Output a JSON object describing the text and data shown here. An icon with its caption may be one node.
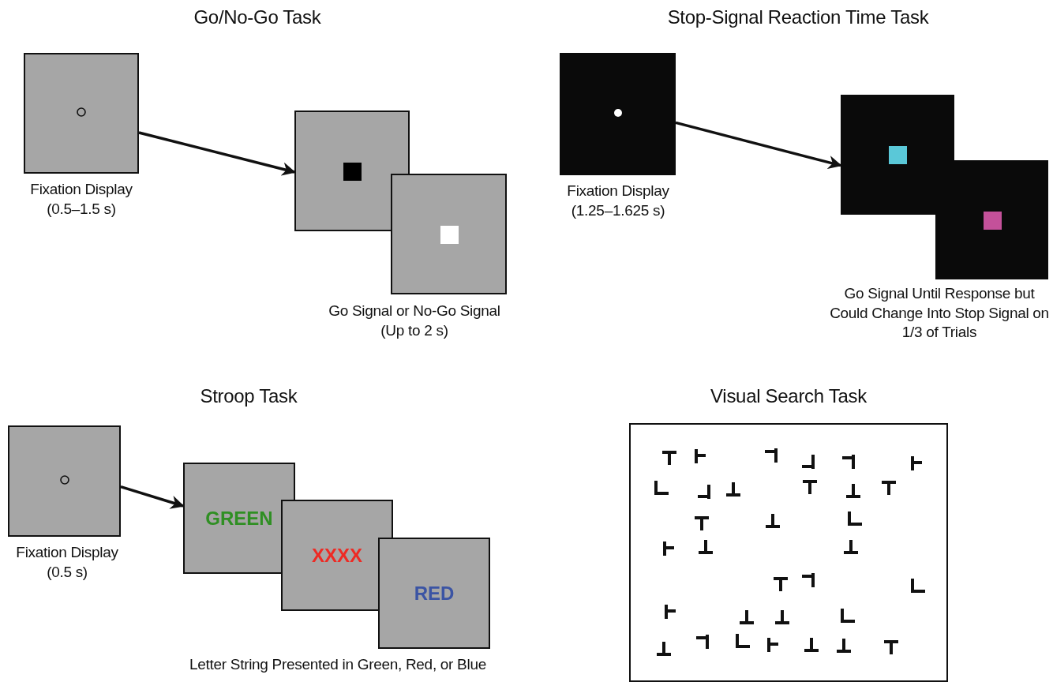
{
  "diagram": {
    "nodes": [
      {
        "text": [],
        "shape": "box",
        "beside": [
          "Fixation Display (0.5–1.5 s)"
        ]
      },
      {
        "text": [],
        "shape": "box"
      },
      {
        "text": [],
        "shape": "box",
        "beside": [
          "Go Signal or No-Go Signal (Up to 2 s)"
        ]
      },
      {
        "text": [],
        "shape": "box",
        "beside": [
          "Fixation Display (1.25–1.625 s)"
        ]
      },
      {
        "text": [],
        "shape": "box"
      },
      {
        "text": [],
        "shape": "box",
        "beside": [
          "Go Signal Until Response but Could Change Into Stop Signal on 1/3 of Trials"
        ]
      },
      {
        "text": [],
        "shape": "box",
        "beside": [
          "Fixation Display (0.5 s)"
        ]
      },
      {
        "text": [
          "GREEN"
        ]
      },
      {
        "text": [
          "XXXX"
        ]
      },
      {
        "text": [
          "RED"
        ],
        "beside": [
          "Letter String Presented in Green, Red, or Blue"
        ]
      },
      {
        "text": [],
        "shape": "box"
      }
    ],
    "edges": [
      {
        "from": 0,
        "to": 1,
        "arrow": "to"
      },
      {
        "from": 3,
        "to": 4,
        "arrow": "to"
      },
      {
        "from": 6,
        "to": 7,
        "arrow": "to"
      }
    ],
    "labels": [
      "Go/No-Go Task",
      "Stop-Signal Reaction Time Task",
      "Stroop Task",
      "Visual Search Task"
    ]
  }
}
